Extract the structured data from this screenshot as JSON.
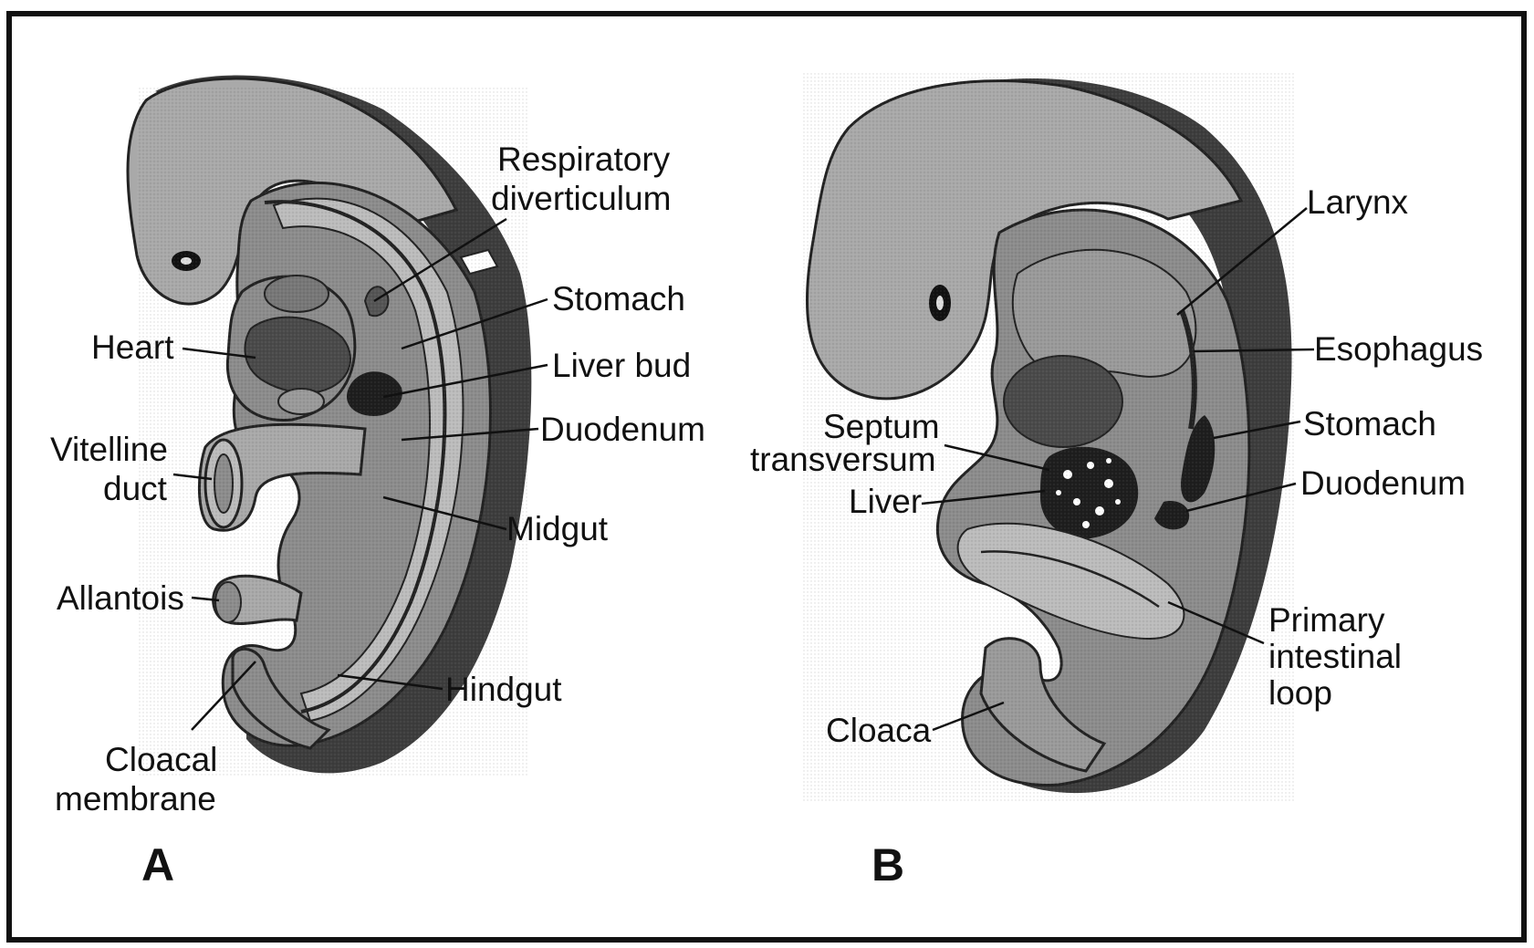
{
  "figure": {
    "panel_a": {
      "letter": "A",
      "labels": {
        "respiratory_1": "Respiratory",
        "respiratory_2": "diverticulum",
        "stomach": "Stomach",
        "heart": "Heart",
        "liver_bud": "Liver bud",
        "duodenum": "Duodenum",
        "vitelline_1": "Vitelline",
        "vitelline_2": "duct",
        "midgut": "Midgut",
        "allantois": "Allantois",
        "hindgut": "Hindgut",
        "cloacal_1": "Cloacal",
        "cloacal_2": "membrane"
      }
    },
    "panel_b": {
      "letter": "B",
      "labels": {
        "larynx": "Larynx",
        "esophagus": "Esophagus",
        "septum_1": "Septum",
        "septum_2": "transversum",
        "stomach": "Stomach",
        "liver": "Liver",
        "duodenum": "Duodenum",
        "primary_1": "Primary",
        "primary_2": "intestinal",
        "primary_3": "loop",
        "cloaca": "Cloaca"
      }
    }
  },
  "colors": {
    "frame": "#111111",
    "outer_wall": "#3d3d3d",
    "mid_tissue": "#8c8c8c",
    "light_tissue": "#bcbcbc",
    "head": "#a9a9a9",
    "heart": "#4a4a4a",
    "organ_dark": "#1e1e1e"
  }
}
